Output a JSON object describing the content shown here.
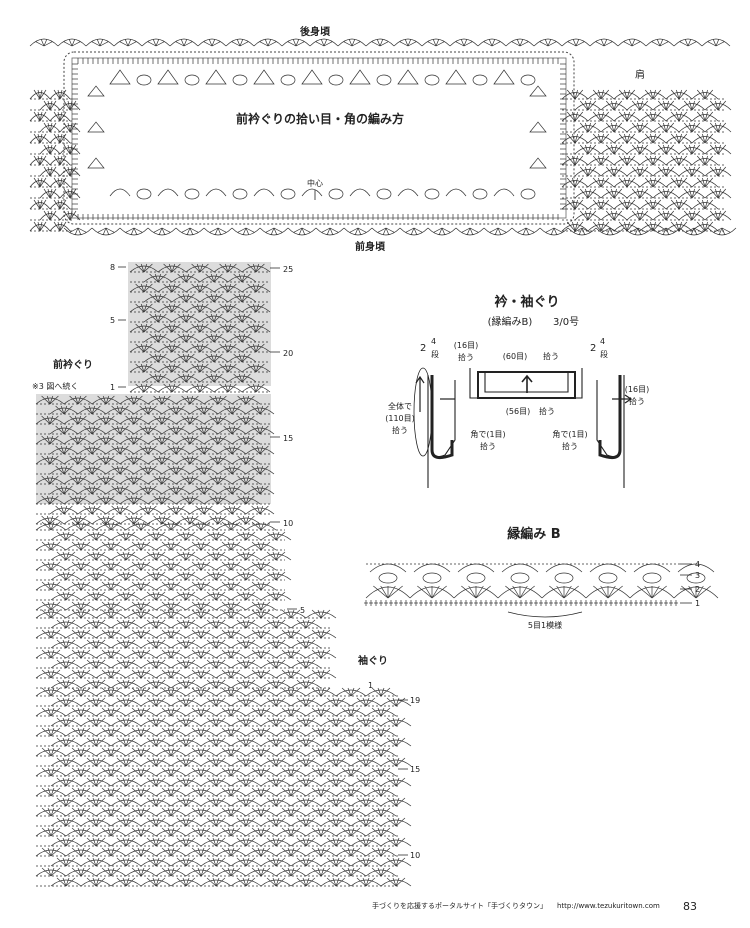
{
  "top_panel": {
    "back_neck_label": "後身頃",
    "front_neck_label": "前身頃",
    "shoulder_label": "肩",
    "center_label": "中心",
    "title": "前衿ぐりの拾い目・角の編み方"
  },
  "left_panel": {
    "front_neck_label": "前衿ぐり",
    "continue_note": "※3 図へ続く",
    "armhole_label": "袖ぐり",
    "row_labels_top": [
      "25",
      "20",
      "15",
      "10",
      "5"
    ],
    "row_labels_left": [
      "8",
      "5",
      "1"
    ],
    "row_labels_bottom": [
      "1",
      "19",
      "15",
      "10"
    ]
  },
  "schematic": {
    "title": "衿・袖ぐり",
    "subtitle": "(縁編みB)",
    "hook": "3/0号",
    "rows_left_top": "2",
    "rows_left_num": "4",
    "rows_left_unit": "段",
    "rows_right_top": "2",
    "rows_right_num": "4",
    "rows_right_unit": "段",
    "pick_16_left_a": "(16目)",
    "pick_16_left_b": "拾う",
    "pick_60_a": "(60目)",
    "pick_60_b": "拾う",
    "pick_56_a": "(56目)",
    "pick_56_b": "拾う",
    "pick_16_right_a": "(16目)",
    "pick_16_right_b": "拾う",
    "whole_a": "全体で",
    "whole_b": "(110目)",
    "whole_c": "拾う",
    "corner_left_a": "角で(1目)",
    "corner_left_b": "拾う",
    "corner_right_a": "角で(1目)",
    "corner_right_b": "拾う"
  },
  "edging": {
    "title": "縁編み B",
    "repeat_label": "5目1模様",
    "row_labels": [
      "4",
      "3",
      "2",
      "1"
    ]
  },
  "footer": {
    "text": "手づくりを応援するポータルサイト「手づくりタウン」",
    "url": "http://www.tezukuritown.com",
    "page_number": "83"
  }
}
